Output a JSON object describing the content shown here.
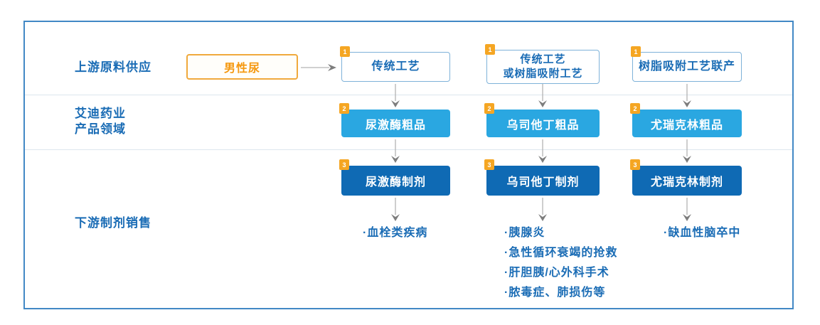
{
  "diagram": {
    "row_labels": {
      "upstream": "上游原料供应",
      "company_line1": "艾迪药业",
      "company_line2": "产品领域",
      "downstream": "下游制剂销售"
    },
    "source": {
      "label": "男性尿"
    },
    "columns": [
      {
        "step1": {
          "badge": "1",
          "label": "传统工艺"
        },
        "step2": {
          "badge": "2",
          "label": "尿激酶粗品"
        },
        "step3": {
          "badge": "3",
          "label": "尿激酶制剂"
        },
        "applications": [
          "·血栓类疾病"
        ]
      },
      {
        "step1": {
          "badge": "1",
          "line1": "传统工艺",
          "line2": "或树脂吸附工艺"
        },
        "step2": {
          "badge": "2",
          "label": "乌司他丁粗品"
        },
        "step3": {
          "badge": "3",
          "label": "乌司他丁制剂"
        },
        "applications": [
          "·胰腺炎",
          "·急性循环衰竭的抢救",
          "·肝胆胰/心外科手术",
          "·脓毒症、肺损伤等"
        ]
      },
      {
        "step1": {
          "badge": "1",
          "label": "树脂吸附工艺联产"
        },
        "step2": {
          "badge": "2",
          "label": "尤瑞克林粗品"
        },
        "step3": {
          "badge": "3",
          "label": "尤瑞克林制剂"
        },
        "applications": [
          "·缺血性脑卒中"
        ]
      }
    ],
    "colors": {
      "panel_border": "#4288c5",
      "accent_orange": "#f5a623",
      "source_orange": "#f5980f",
      "crude_blue": "#2aa7e1",
      "prep_blue": "#0f6ab4",
      "text_blue": "#1a6cb5",
      "arrow_gray": "#7d7d7d"
    }
  }
}
